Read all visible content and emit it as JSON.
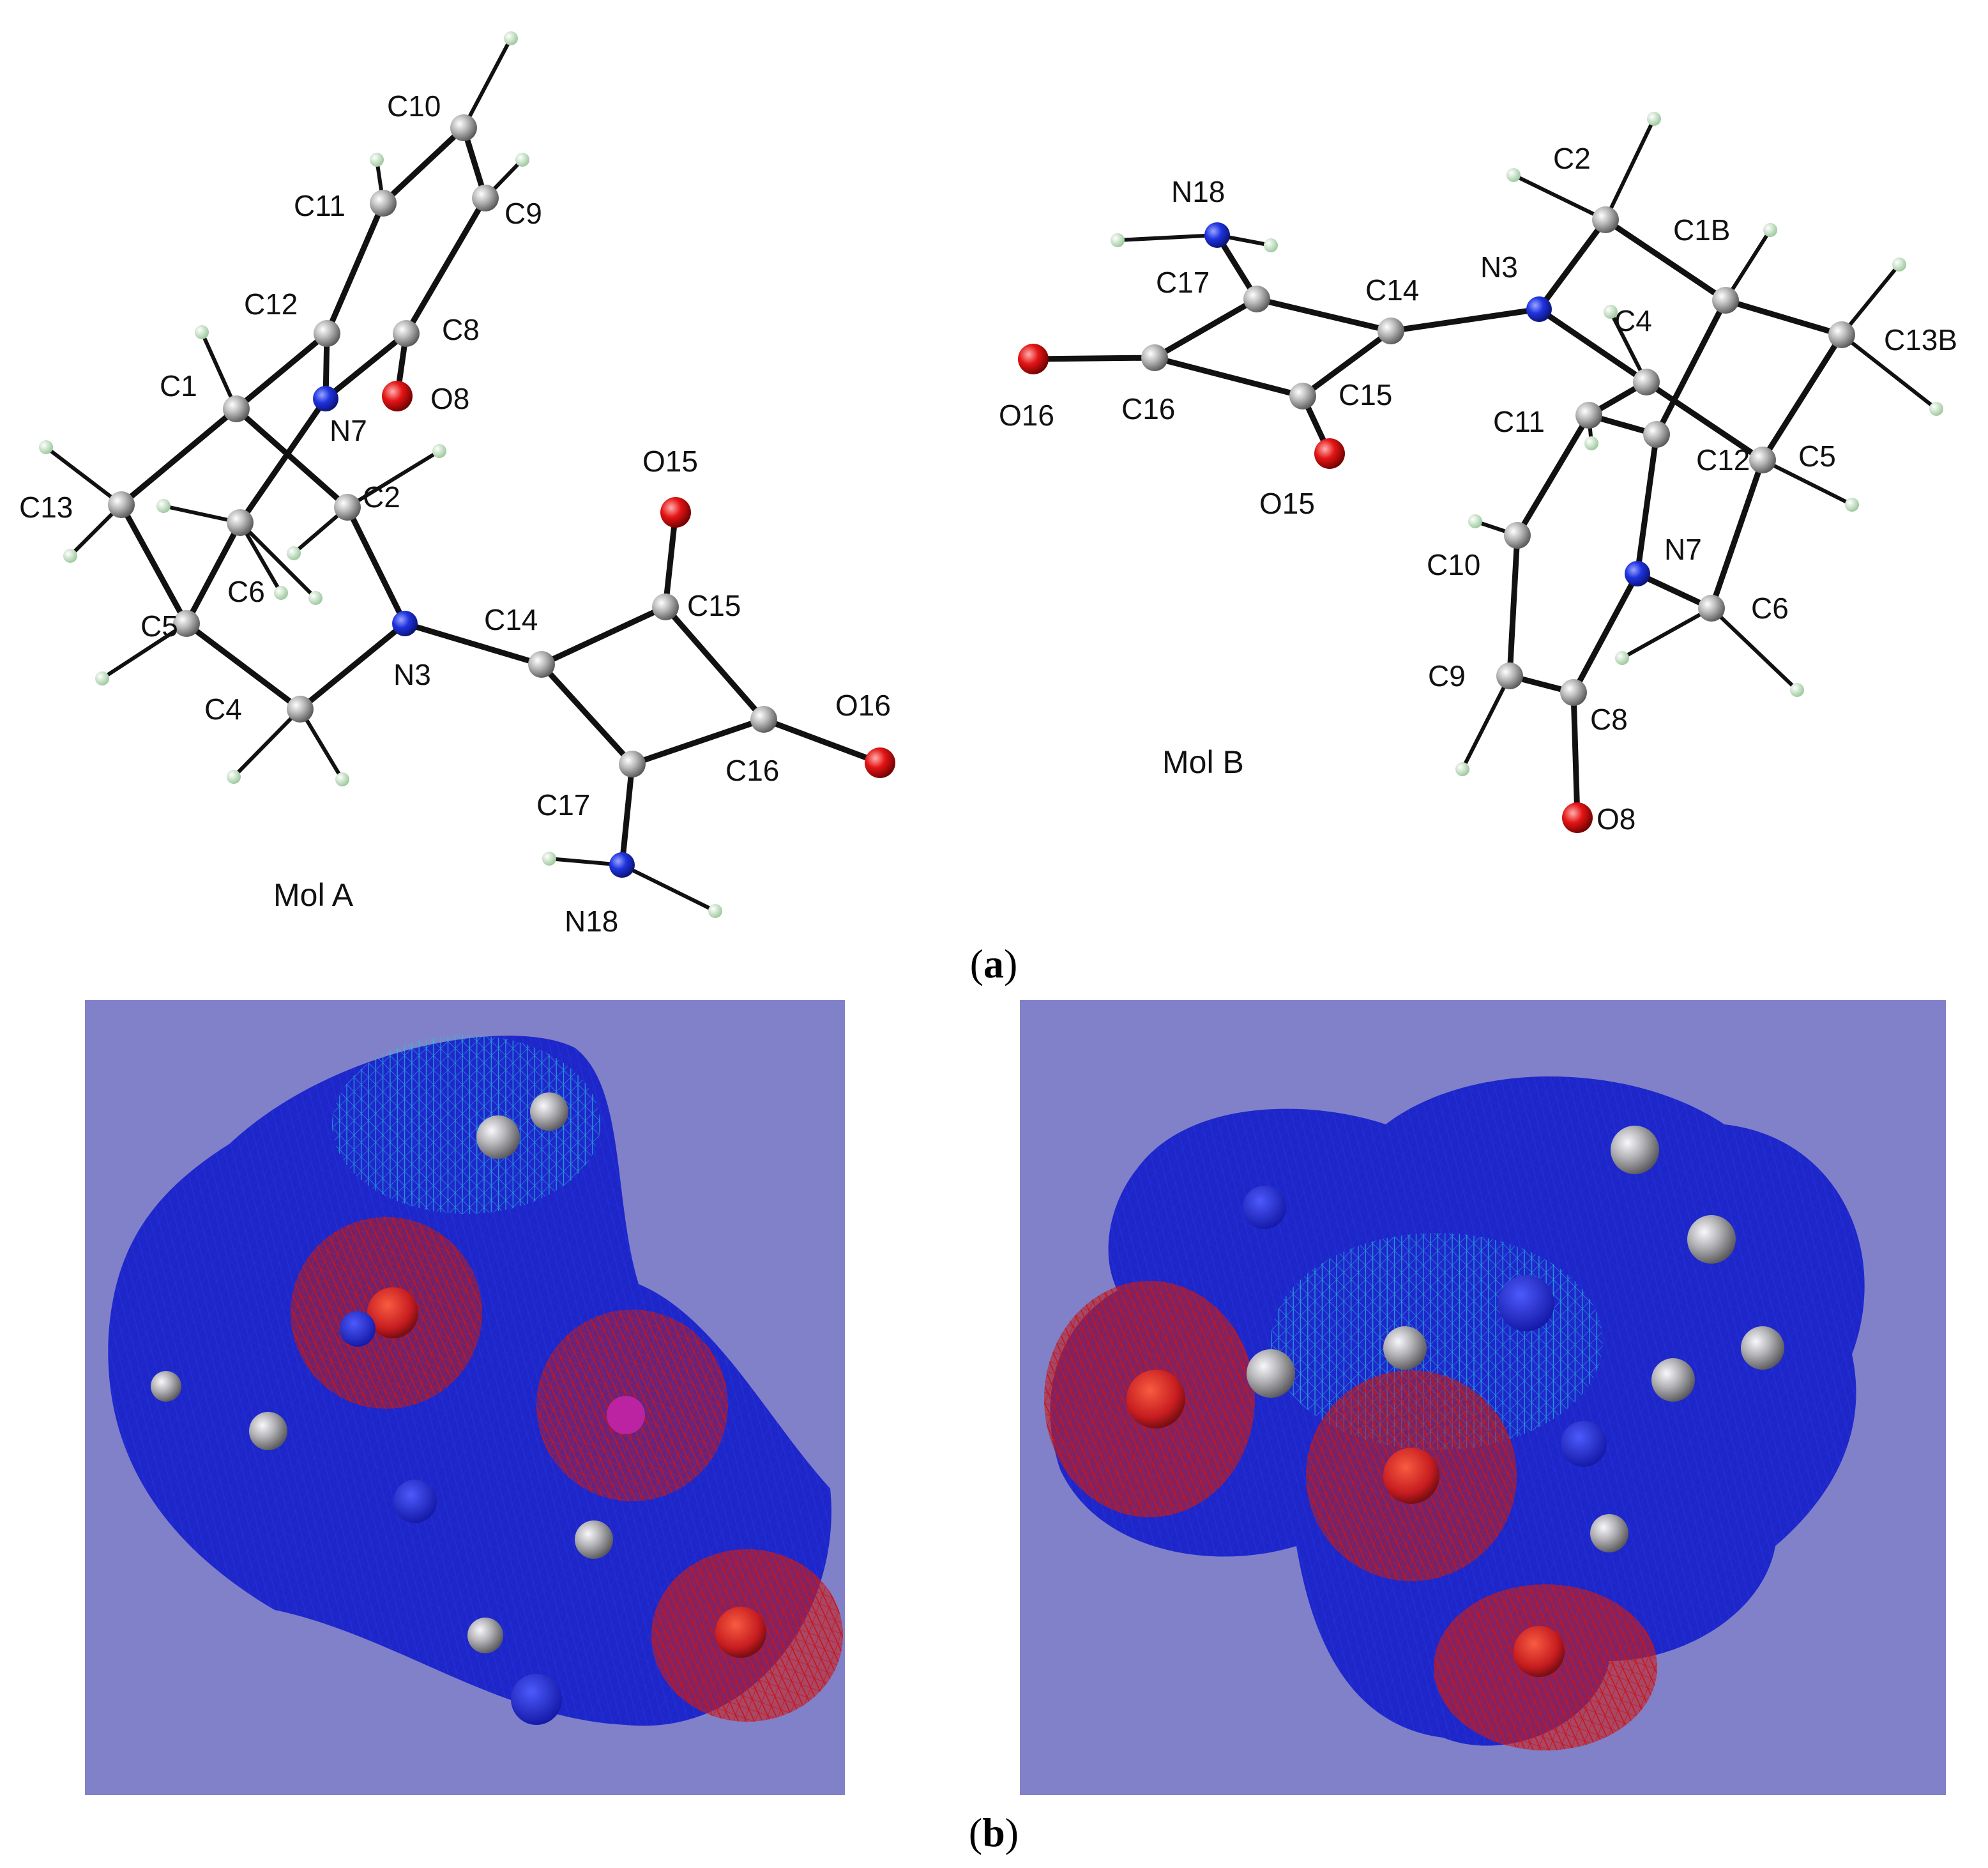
{
  "panel_a": {
    "label": "a",
    "mol_a": {
      "title": "Mol A",
      "atoms": [
        {
          "id": "C10",
          "el": "C",
          "label": "C10"
        },
        {
          "id": "C9",
          "el": "C",
          "label": "C9"
        },
        {
          "id": "C11",
          "el": "C",
          "label": "C11"
        },
        {
          "id": "C8",
          "el": "C",
          "label": "C8"
        },
        {
          "id": "C12",
          "el": "C",
          "label": "C12"
        },
        {
          "id": "O8",
          "el": "O",
          "label": "O8"
        },
        {
          "id": "N7",
          "el": "N",
          "label": "N7"
        },
        {
          "id": "C1",
          "el": "C",
          "label": "C1"
        },
        {
          "id": "C13",
          "el": "C",
          "label": "C13"
        },
        {
          "id": "C2",
          "el": "C",
          "label": "C2"
        },
        {
          "id": "C6",
          "el": "C",
          "label": "C6"
        },
        {
          "id": "C5",
          "el": "C",
          "label": "C5"
        },
        {
          "id": "C4",
          "el": "C",
          "label": "C4"
        },
        {
          "id": "N3",
          "el": "N",
          "label": "N3"
        },
        {
          "id": "C14",
          "el": "C",
          "label": "C14"
        },
        {
          "id": "C15",
          "el": "C",
          "label": "C15"
        },
        {
          "id": "O15",
          "el": "O",
          "label": "O15"
        },
        {
          "id": "C16",
          "el": "C",
          "label": "C16"
        },
        {
          "id": "O16",
          "el": "O",
          "label": "O16"
        },
        {
          "id": "C17",
          "el": "C",
          "label": "C17"
        },
        {
          "id": "N18",
          "el": "N",
          "label": "N18"
        }
      ],
      "bonds": [
        [
          "C10",
          "C9"
        ],
        [
          "C10",
          "C11"
        ],
        [
          "C9",
          "C8"
        ],
        [
          "C11",
          "C12"
        ],
        [
          "C12",
          "N7"
        ],
        [
          "C8",
          "N7"
        ],
        [
          "C8",
          "O8"
        ],
        [
          "C12",
          "C1"
        ],
        [
          "N7",
          "C6"
        ],
        [
          "C1",
          "C13"
        ],
        [
          "C1",
          "C2"
        ],
        [
          "C13",
          "C5"
        ],
        [
          "C6",
          "C5"
        ],
        [
          "C5",
          "C4"
        ],
        [
          "C2",
          "N3"
        ],
        [
          "C4",
          "N3"
        ],
        [
          "N3",
          "C14"
        ],
        [
          "C14",
          "C15"
        ],
        [
          "C15",
          "O15"
        ],
        [
          "C15",
          "C16"
        ],
        [
          "C16",
          "O16"
        ],
        [
          "C16",
          "C17"
        ],
        [
          "C17",
          "C14"
        ],
        [
          "C17",
          "N18"
        ]
      ]
    },
    "mol_b": {
      "title": "Mol B",
      "atoms": [
        {
          "id": "N18",
          "el": "N",
          "label": "N18"
        },
        {
          "id": "C17",
          "el": "C",
          "label": "C17"
        },
        {
          "id": "C14",
          "el": "C",
          "label": "C14"
        },
        {
          "id": "C16",
          "el": "C",
          "label": "C16"
        },
        {
          "id": "O16",
          "el": "O",
          "label": "O16"
        },
        {
          "id": "C15",
          "el": "C",
          "label": "C15"
        },
        {
          "id": "O15",
          "el": "O",
          "label": "O15"
        },
        {
          "id": "N3",
          "el": "N",
          "label": "N3"
        },
        {
          "id": "C2",
          "el": "C",
          "label": "C2"
        },
        {
          "id": "C1B",
          "el": "C",
          "label": "C1B"
        },
        {
          "id": "C13B",
          "el": "C",
          "label": "C13B"
        },
        {
          "id": "C4",
          "el": "C",
          "label": "C4"
        },
        {
          "id": "C5",
          "el": "C",
          "label": "C5"
        },
        {
          "id": "C11",
          "el": "C",
          "label": "C11"
        },
        {
          "id": "C12",
          "el": "C",
          "label": "C12"
        },
        {
          "id": "N7",
          "el": "N",
          "label": "N7"
        },
        {
          "id": "C6",
          "el": "C",
          "label": "C6"
        },
        {
          "id": "C10",
          "el": "C",
          "label": "C10"
        },
        {
          "id": "C9",
          "el": "C",
          "label": "C9"
        },
        {
          "id": "C8",
          "el": "C",
          "label": "C8"
        },
        {
          "id": "O8",
          "el": "O",
          "label": "O8"
        }
      ],
      "bonds": [
        [
          "N18",
          "C17"
        ],
        [
          "C17",
          "C14"
        ],
        [
          "C17",
          "C16"
        ],
        [
          "C16",
          "O16"
        ],
        [
          "C16",
          "C15"
        ],
        [
          "C15",
          "O15"
        ],
        [
          "C15",
          "C14"
        ],
        [
          "C14",
          "N3"
        ],
        [
          "N3",
          "C2"
        ],
        [
          "N3",
          "C4"
        ],
        [
          "C2",
          "C1B"
        ],
        [
          "C1B",
          "C13B"
        ],
        [
          "C13B",
          "C5"
        ],
        [
          "C4",
          "C5"
        ],
        [
          "C1B",
          "C12"
        ],
        [
          "C4",
          "C11"
        ],
        [
          "C11",
          "C12"
        ],
        [
          "C12",
          "N7"
        ],
        [
          "N7",
          "C6"
        ],
        [
          "C5",
          "C6"
        ],
        [
          "C11",
          "C10"
        ],
        [
          "C10",
          "C9"
        ],
        [
          "C9",
          "C8"
        ],
        [
          "C8",
          "N7"
        ],
        [
          "C8",
          "O8"
        ]
      ]
    }
  },
  "panel_b": {
    "label": "b"
  },
  "colors": {
    "carbon": "#9a9a9a",
    "nitrogen": "#1a2bd6",
    "oxygen": "#e01010",
    "hydrogen": "#cfe8c8",
    "bond": "#111111",
    "map_background": "#8181c9"
  }
}
